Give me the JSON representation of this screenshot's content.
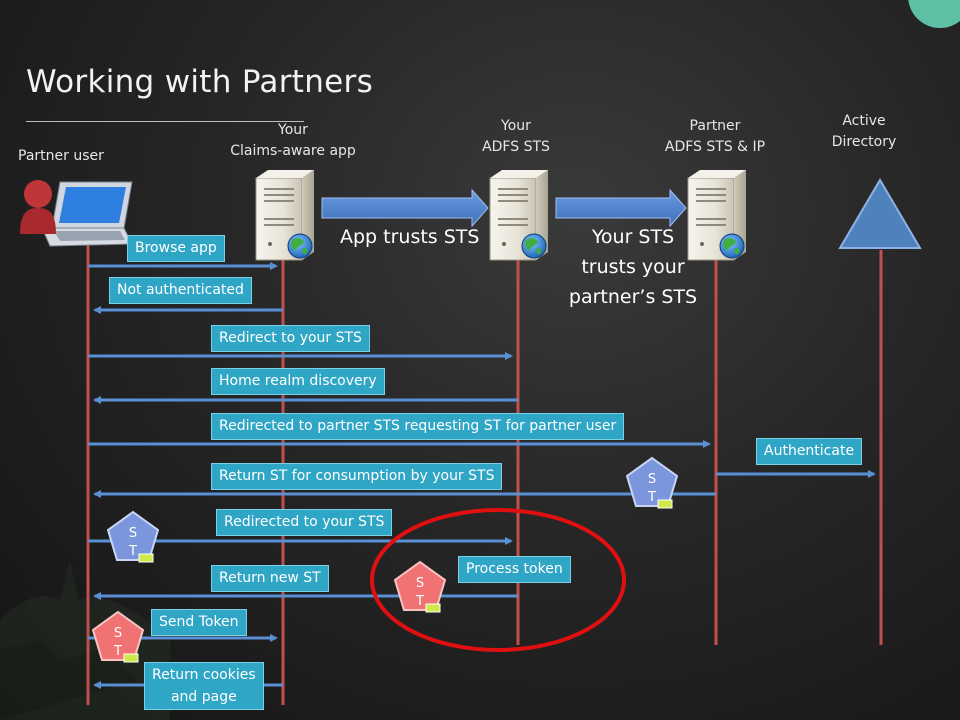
{
  "title": "Working with Partners",
  "actors": {
    "partner_user": [
      "Partner user"
    ],
    "claims_app": [
      "Your",
      "Claims-aware app"
    ],
    "your_sts": [
      "Your",
      "ADFS STS"
    ],
    "partner_sts": [
      "Partner",
      "ADFS STS & IP"
    ],
    "active_directory": [
      "Active",
      "Directory"
    ]
  },
  "trust": {
    "app_trusts_sts": "App trusts STS",
    "sts_trusts_partner": [
      "Your STS",
      "trusts your",
      "partner’s STS"
    ]
  },
  "messages": {
    "browse_app": "Browse app",
    "not_authenticated": "Not authenticated",
    "redirect_to_sts": "Redirect to your STS",
    "home_realm": "Home realm discovery",
    "redirected_partner": "Redirected to partner STS requesting ST for partner user",
    "authenticate": "Authenticate",
    "return_st": "Return ST for consumption by your STS",
    "redirected_your_sts": "Redirected to your STS",
    "process_token": "Process token",
    "return_new_st": "Return new ST",
    "send_token": "Send Token",
    "return_cookies": [
      "Return cookies",
      "and page"
    ]
  },
  "tokens": {
    "blue_label": [
      "S",
      "T"
    ],
    "red_label": [
      "S",
      "T"
    ]
  },
  "colors": {
    "lifeline": "#c0504d",
    "arrow": "#4f81bd",
    "message_box": "#2fa6c6",
    "token_blue": "#6f8fd6",
    "token_red": "#f06a6a",
    "highlight_ellipse": "#e01010",
    "ad_triangle": "#4f81bd"
  },
  "icons": [
    "laptop-icon",
    "person-icon",
    "server-icon",
    "globe-icon",
    "triangle-icon",
    "token-icon"
  ]
}
